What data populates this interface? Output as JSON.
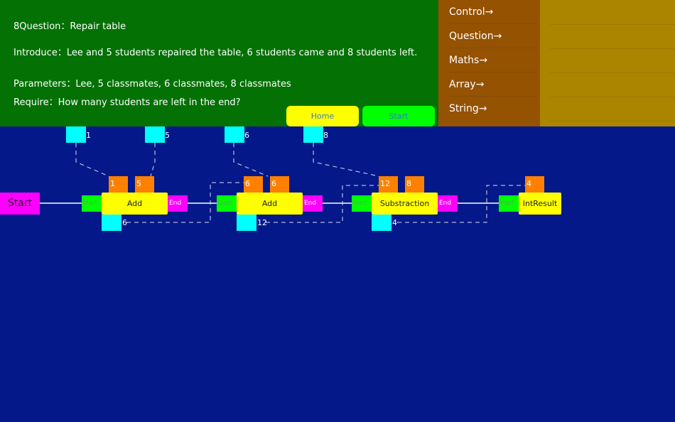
{
  "question": {
    "title": "8Question：Repair table",
    "introduce": "Introduce：Lee and 5 students repaired the table, 6 students came and 8 students left.",
    "parameters": "Parameters：Lee, 5 classmates, 6 classmates, 8 classmates",
    "require": "Require：How many students are left in the end?"
  },
  "buttons": {
    "home": "Home",
    "start": "Start"
  },
  "menu": [
    "Control→",
    "Question→",
    "Maths→",
    "Array→",
    "String→"
  ],
  "params": [
    "1",
    "5",
    "6",
    "8"
  ],
  "flow": {
    "start": "Start",
    "port_start": "Start",
    "port_end": "End",
    "blocks": [
      {
        "name": "Add",
        "inputs": [
          "1",
          "5"
        ],
        "output": "6"
      },
      {
        "name": "Add",
        "inputs": [
          "6",
          "6"
        ],
        "output": "12"
      },
      {
        "name": "Substraction",
        "inputs": [
          "12",
          "8"
        ],
        "output": "4"
      },
      {
        "name": "IntResult",
        "inputs": [
          "4"
        ]
      }
    ]
  }
}
